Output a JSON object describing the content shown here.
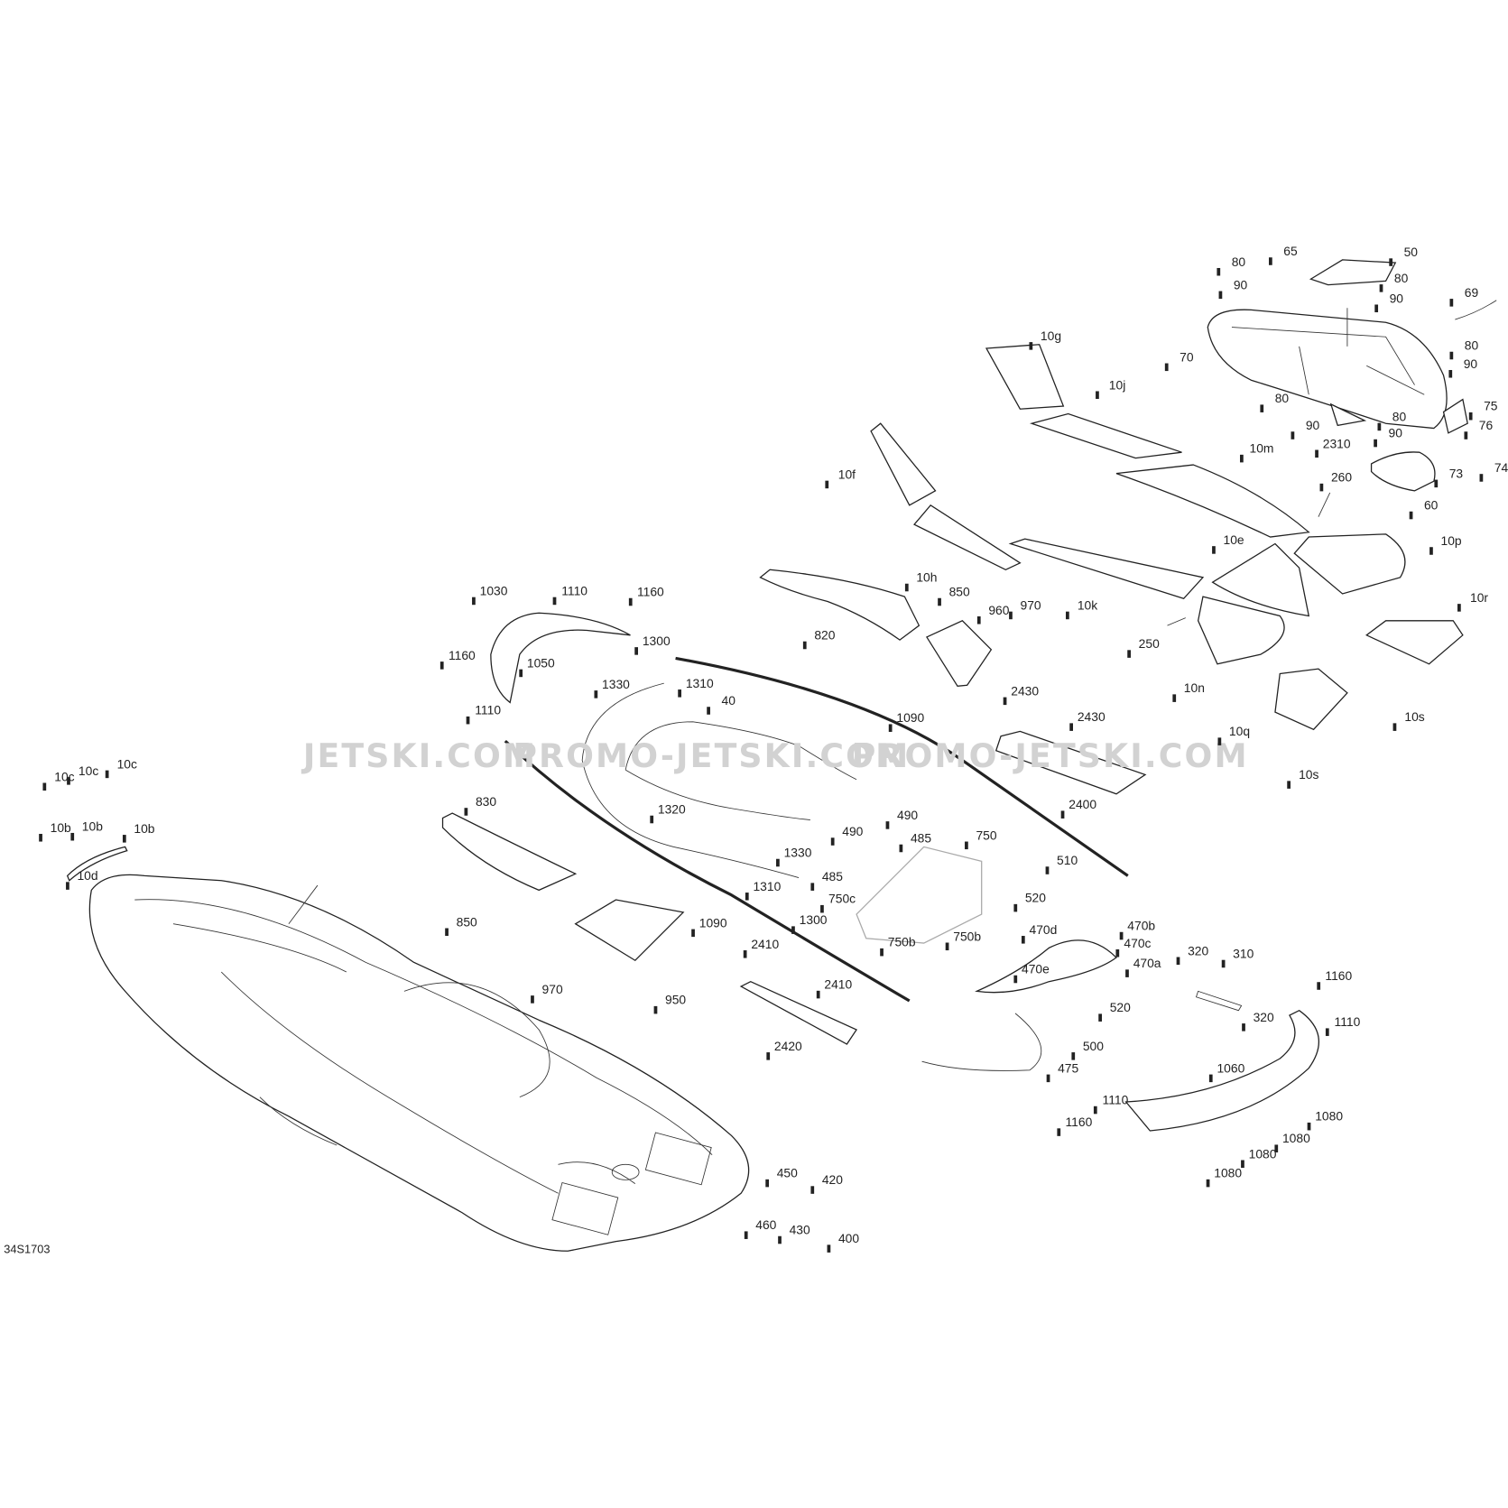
{
  "diagram": {
    "drawing_code": "34S1703",
    "watermark": [
      "JETSKI.COM",
      "PROMO-JETSKI.COM",
      "PROMO-JETSKI.COM"
    ],
    "part_labels": [
      "80",
      "65",
      "50",
      "90",
      "80",
      "90",
      "69",
      "70",
      "80",
      "90",
      "80",
      "80",
      "90",
      "2310",
      "90",
      "75",
      "76",
      "73",
      "74",
      "60",
      "10g",
      "10j",
      "10m",
      "260",
      "10f",
      "10h",
      "10k",
      "10e",
      "10p",
      "10r",
      "250",
      "10n",
      "10q",
      "10s",
      "10s",
      "820",
      "850",
      "960",
      "970",
      "1030",
      "1110",
      "1160",
      "1300",
      "1160",
      "1050",
      "1110",
      "1330",
      "1310",
      "40",
      "1090",
      "2430",
      "2430",
      "2400",
      "10c",
      "10c",
      "10c",
      "10b",
      "10b",
      "10b",
      "10d",
      "830",
      "1320",
      "490",
      "490",
      "485",
      "750",
      "1330",
      "485",
      "750c",
      "1310",
      "1300",
      "850",
      "1090",
      "510",
      "520",
      "470b",
      "470d",
      "470c",
      "750b",
      "750b",
      "470a",
      "470e",
      "320",
      "310",
      "1160",
      "970",
      "950",
      "2410",
      "2410",
      "2420",
      "520",
      "500",
      "320",
      "1110",
      "475",
      "1060",
      "1110",
      "1160",
      "1080",
      "1080",
      "1080",
      "1080",
      "450",
      "420",
      "460",
      "430",
      "400"
    ]
  }
}
